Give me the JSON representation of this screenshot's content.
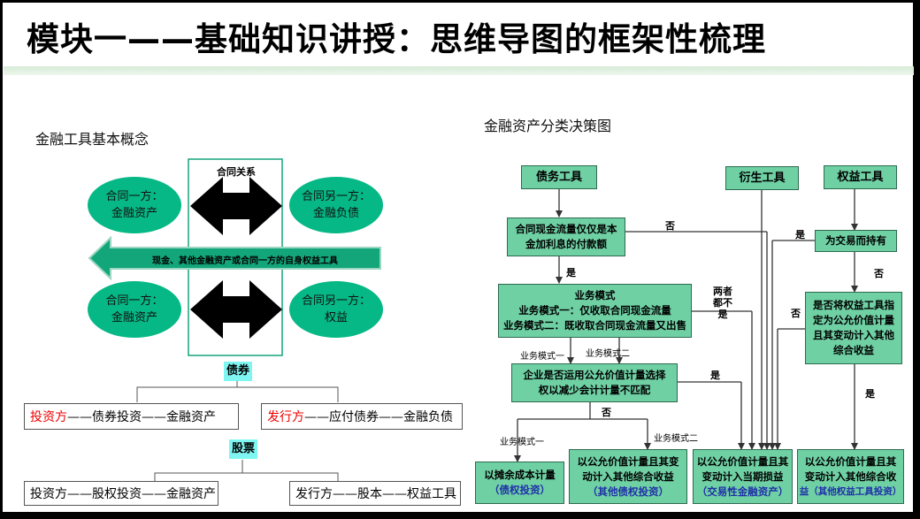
{
  "slide": {
    "title": "模块一——基础知识讲授：思维导图的框架性梳理"
  },
  "left": {
    "heading": "金融工具基本概念",
    "contract_relation": "合同关系",
    "ellipses": {
      "top_left": {
        "line1": "合同一方：",
        "line2": "金融资产"
      },
      "top_right": {
        "line1": "合同另一方：",
        "line2": "金融负债"
      },
      "bottom_left": {
        "line1": "合同一方：",
        "line2": "金融资产"
      },
      "bottom_right": {
        "line1": "合同另一方：",
        "line2": "权益"
      }
    },
    "long_arrow_label": "现金、其他金融资产或合同一方的自身权益工具",
    "bond": {
      "label": "债券",
      "investor": {
        "role": "投资方",
        "rest": "——债券投资——金融资产"
      },
      "issuer": {
        "role": "发行方",
        "rest": "——应付债券——金融负债"
      }
    },
    "stock": {
      "label": "股票",
      "investor": "投资方——股权投资——金融资产",
      "issuer": "发行方——股本——权益工具"
    }
  },
  "right": {
    "heading": "金融资产分类决策图",
    "debt": "债务工具",
    "derivative": "衍生工具",
    "equity": "权益工具",
    "q_cashflow": {
      "line1": "合同现金流量仅仅是本",
      "line2": "金加利息的付款额"
    },
    "model": {
      "line1": "业务模式",
      "line2": "业务模式一：仅收取合同现金流量",
      "line3": "业务模式二：既收取合同现金流量又出售"
    },
    "q_fv": {
      "line1": "企业是否运用公允价值计量选择",
      "line2": "权以减少会计计量不匹配"
    },
    "trading": "为交易而持有",
    "q_equity": {
      "line1": "是否将权益工具指",
      "line2": "定为公允价值计量",
      "line3": "且其变动计入其他",
      "line4": "综合收益"
    },
    "outcomes": [
      {
        "line1": "以摊余成本计量",
        "line2": "（债权投资）"
      },
      {
        "line1": "以公允价值计量且其变",
        "line2": "动计入其他综合收益",
        "line3": "（其他债权投资）"
      },
      {
        "line1": "以公允价值计量且其",
        "line2": "变动计入当期损益",
        "line3": "（交易性金融资产）"
      },
      {
        "line1": "以公允价值计量且其",
        "line2": "变动计入其他综合收",
        "line3": "益（其他权益工具投资）"
      }
    ],
    "labels": {
      "no1": "否",
      "yes1": "是",
      "both_not_1": "两者",
      "both_not_2": "都不",
      "both_not_3": "是",
      "mode1": "业务模式一",
      "mode2": "业务模式二",
      "yes_fv": "是",
      "no_fv": "否",
      "mode1b": "业务模式一",
      "mode2b": "业务模式二",
      "yes_trading": "是",
      "no_trading": "否",
      "no_equity": "否",
      "yes_equity": "是"
    }
  },
  "colors": {
    "box_green": "#6fd0a4",
    "ellipse_green": "#06b886",
    "arrow_green": "#13a67a",
    "cyan": "#7ff6f2",
    "blue_text": "#1f2fa8"
  }
}
